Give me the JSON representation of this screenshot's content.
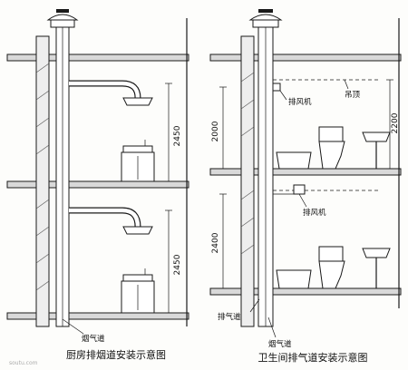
{
  "left_diagram": {
    "caption": "厨房排烟道安装示意图",
    "flue_label": "烟气道",
    "dimensions": [
      "2450",
      "2450"
    ]
  },
  "right_diagram": {
    "caption": "卫生间排气道安装示意图",
    "exhaust_fan_label": "排风机",
    "ceiling_label": "吊顶",
    "exhaust_duct_label": "排气道",
    "flue_label": "烟气道",
    "dimensions": [
      "2000",
      "2200",
      "2400"
    ]
  },
  "watermark": "soutu.com"
}
